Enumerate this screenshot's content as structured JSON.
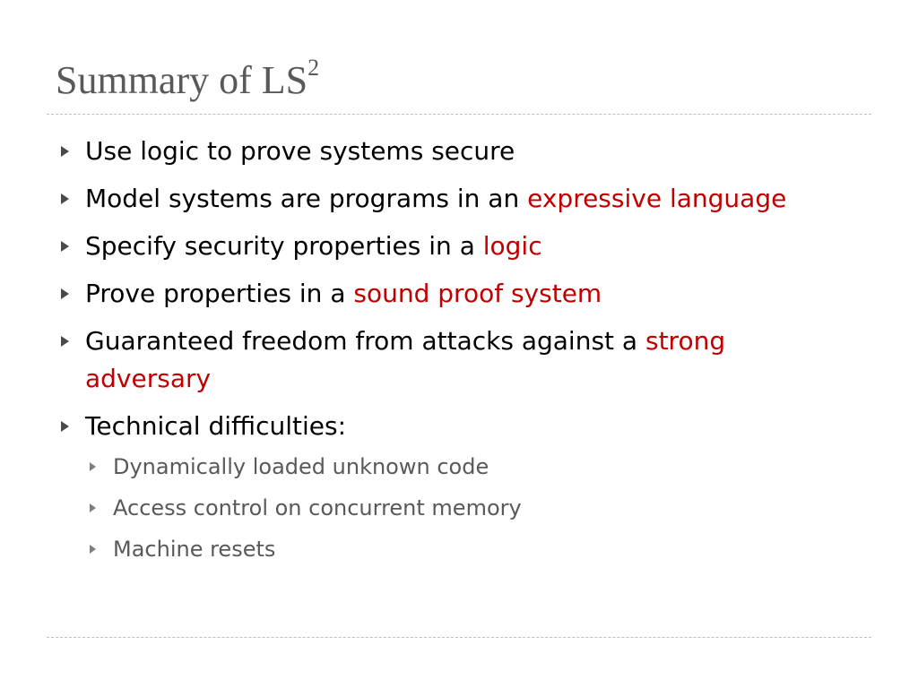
{
  "slide": {
    "title_text": "Summary of LS",
    "title_superscript": "2",
    "bullets": [
      {
        "text": "Use logic to prove systems secure",
        "highlight": ""
      },
      {
        "text": "Model systems are programs in an ",
        "highlight": "expressive language"
      },
      {
        "text": "Specify security properties in a ",
        "highlight": "logic"
      },
      {
        "text": "Prove properties in a ",
        "highlight": "sound proof system"
      },
      {
        "text": "Guaranteed freedom from attacks against a ",
        "highlight": "strong adversary"
      },
      {
        "text": "Technical difficulties:",
        "highlight": ""
      }
    ],
    "sub_bullets": [
      "Dynamically loaded unknown code",
      "Access control on concurrent memory",
      "Machine resets"
    ]
  },
  "colors": {
    "title": "#595959",
    "body_text": "#000000",
    "highlight": "#c00000",
    "sub_text": "#595959",
    "rule": "#bfbfbf"
  },
  "icons": {
    "bullet": "triangle-right-icon"
  }
}
